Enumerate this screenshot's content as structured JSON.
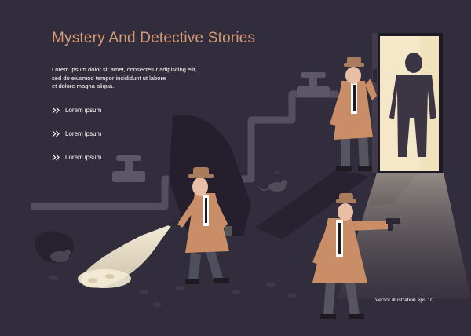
{
  "header": {
    "title": "Mystery And Detective Stories",
    "description_lines": [
      "Lorem ipsum dolor sit amet, consectetur adipiscing elit,",
      "sed do eiusmod tempor incididunt ut labore",
      "et dolore magna aliqua."
    ]
  },
  "menu": {
    "items": [
      {
        "label": "Lorem ipsum",
        "icon": "double-chevron-right-icon"
      },
      {
        "label": "Lorem ipsum",
        "icon": "double-chevron-right-icon"
      },
      {
        "label": "Lorem ipsum",
        "icon": "double-chevron-right-icon"
      }
    ]
  },
  "caption": "Vector illustration eps 10",
  "colors": {
    "background": "#322d3c",
    "title_accent": "#d79a72",
    "coat": "#c98e68",
    "hat": "#a97c5e",
    "trousers": "#5a5a66",
    "pipe": "#575062",
    "light_beam": "#ece0c2",
    "shadow": "#1f1b27"
  }
}
